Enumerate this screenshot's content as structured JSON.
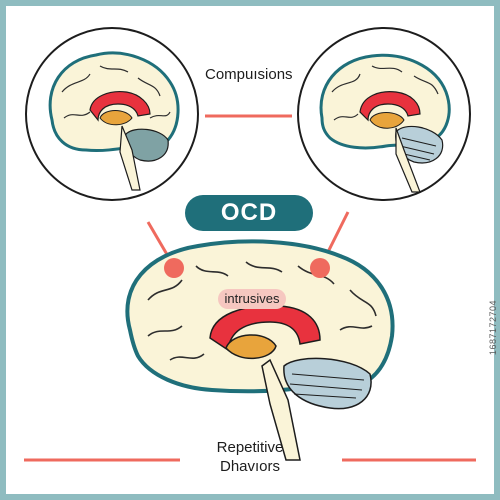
{
  "title": "OCD",
  "labels": {
    "compulsions": "Compuısions",
    "intrusives": "intrusives",
    "repetitive_line1": "Repetitive",
    "repetitive_line2": "Dhavıors"
  },
  "watermark": "1687172704",
  "colors": {
    "frame": "#8fbcc0",
    "teal": "#1f6f7a",
    "coral": "#ef6a5e",
    "brain_fill": "#faf4d8",
    "red_region": "#e8323e",
    "orange_region": "#e8a43c",
    "cerebellum": "#b8cfd9",
    "gray_region": "#7fa2a4"
  }
}
